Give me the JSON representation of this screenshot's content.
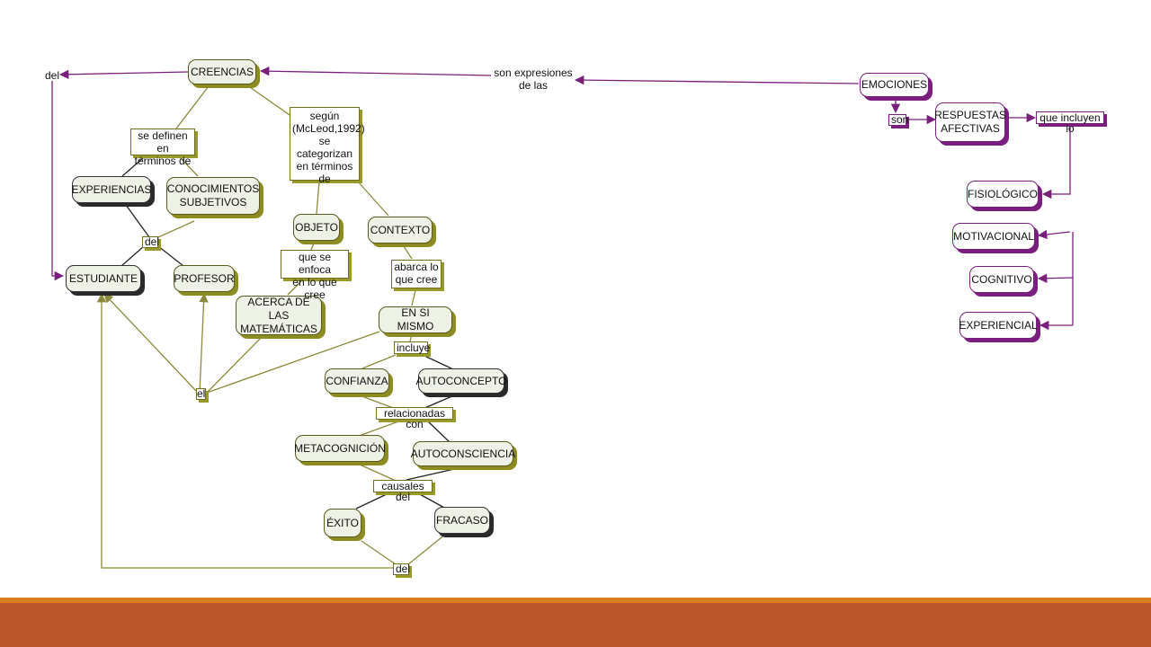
{
  "colors": {
    "olive": "#8c8c22",
    "olive_line": "#8a8a3a",
    "purple": "#7b1f7e",
    "node_fill": "#eef1e6",
    "footer_light": "#d97e1e",
    "footer_dark": "#bb562a"
  },
  "nodes": {
    "creencias": "CREENCIAS",
    "experiencias": "EXPERIENCIAS",
    "conocimientos": "CONOCIMIENTOS\nSUBJETIVOS",
    "estudiante": "ESTUDIANTE",
    "profesor": "PROFESOR",
    "objeto": "OBJETO",
    "contexto": "CONTEXTO",
    "acerca": "ACERCA DE LAS\nMATEMÁTICAS",
    "en_si_mismo": "EN SI MISMO",
    "confianza": "CONFIANZA",
    "autoconcepto": "AUTOCONCEPTO",
    "metacognicion": "METACOGNICIÓN",
    "autoconsciencia": "AUTOCONSCIENCIA",
    "exito": "ÉXITO",
    "fracaso": "FRACASO",
    "emociones": "EMOCIONES",
    "respuestas": "RESPUESTAS\nAFECTIVAS",
    "fisiologico": "FISIOLÓGICO",
    "motivacional": "MOTIVACIONAL",
    "cognitivo": "COGNITIVO",
    "experiencial": "EXPERIENCIAL"
  },
  "links": {
    "del_top": "del",
    "se_definen": "se definen en\ntérminos de",
    "segun": "según\n(McLeod,1992)\nse categorizan\nen términos\nde",
    "del_mid": "del",
    "que_se_enfoca": "que se enfoca\nen lo que cree",
    "abarca": "abarca lo\nque cree",
    "incluye": "incluye",
    "el": "el",
    "relacionadas": "relacionadas con",
    "causales": "causales del",
    "del_bottom": "del",
    "son_expresiones": "son expresiones\nde las",
    "son": "son",
    "que_incluyen": "que incluyen lo"
  }
}
